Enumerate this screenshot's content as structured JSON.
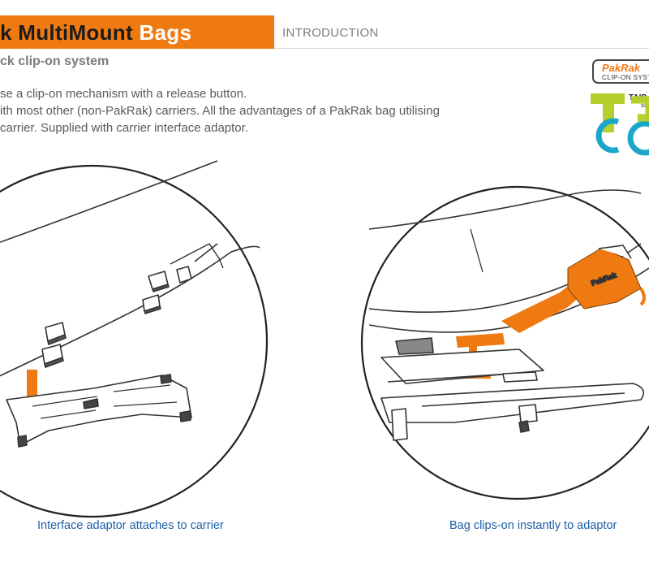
{
  "header": {
    "title_dark_prefix": "k ",
    "title_dark": "MultiMount",
    "title_light": "Bags",
    "section": "INTRODUCTION",
    "subtitle": "ck clip-on system"
  },
  "intro": {
    "lines": [
      "se a clip-on mechanism with a release button.",
      "ith most other (non-PakRak) carriers. All the advantages of a PakRak bag utilising",
      "carrier. Supplied with carrier interface adaptor."
    ]
  },
  "logo": {
    "brand": "PakRak",
    "tagline": "CLIP-ON SYSTEM",
    "event": "TAIP",
    "event_sub": "d&"
  },
  "figures": {
    "left": {
      "caption": "Interface adaptor attaches to carrier"
    },
    "right": {
      "caption": "Bag clips-on instantly to adaptor",
      "bag_label": "PakRak"
    }
  },
  "colors": {
    "accent_orange": "#f07a12",
    "caption_blue": "#1e5fa6",
    "line_gray": "#333333"
  }
}
